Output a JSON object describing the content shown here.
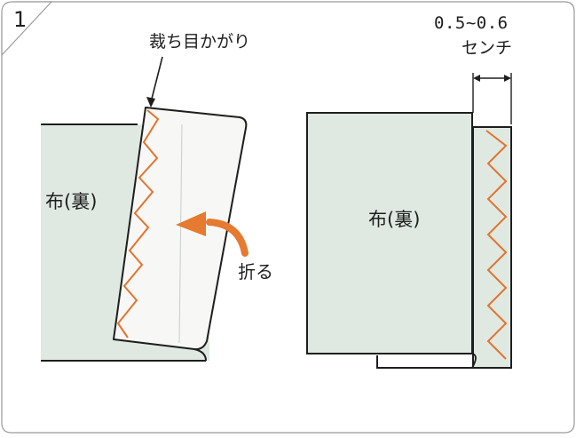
{
  "step": {
    "number": "1"
  },
  "left_figure": {
    "callout_label": "裁ち目かがり",
    "fabric_label": "布(裏)",
    "fold_label": "折る"
  },
  "right_figure": {
    "measure_value": "0.5~0.6",
    "measure_unit": "センチ",
    "fabric_label": "布(裏)"
  },
  "colors": {
    "fabric_fill": "#dfe9e2",
    "flap_fill": "#f7f7f5",
    "stitch": "#e2742e",
    "arrow": "#e57a30",
    "outline": "#1e1e1e"
  }
}
